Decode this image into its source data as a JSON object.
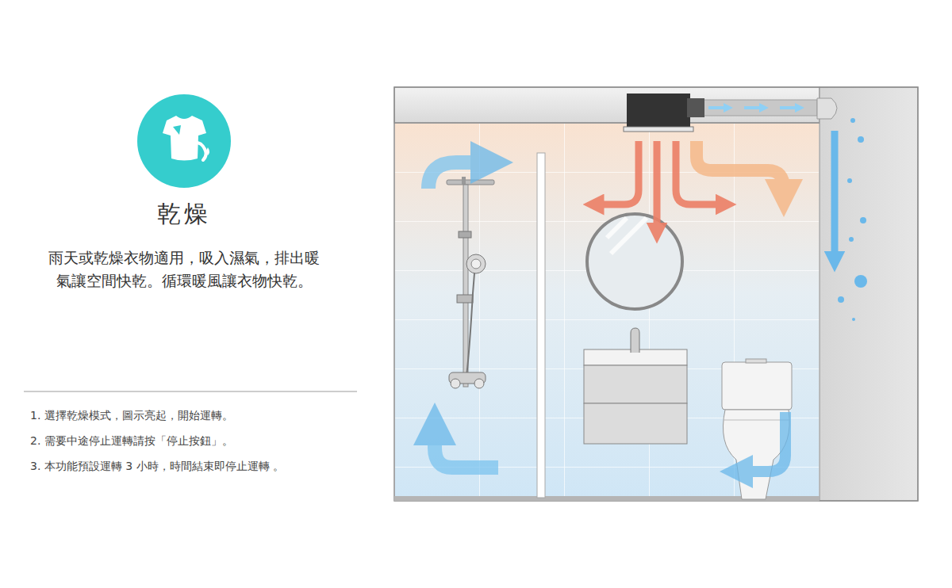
{
  "diagram": {
    "title": "乾燥",
    "labels": [
      "雨天或乾燥衣物適用，吸入濕氣，排出暖氣讓空間快乾。循環暖風讓衣物快乾。",
      "1. 選擇乾燥模式，圖示亮起，開始運轉。",
      "2. 需要中途停止運轉請按「停止按鈕」。",
      "3. 本功能預設運轉 3 小時，時間結束即停止運轉 。"
    ]
  }
}
